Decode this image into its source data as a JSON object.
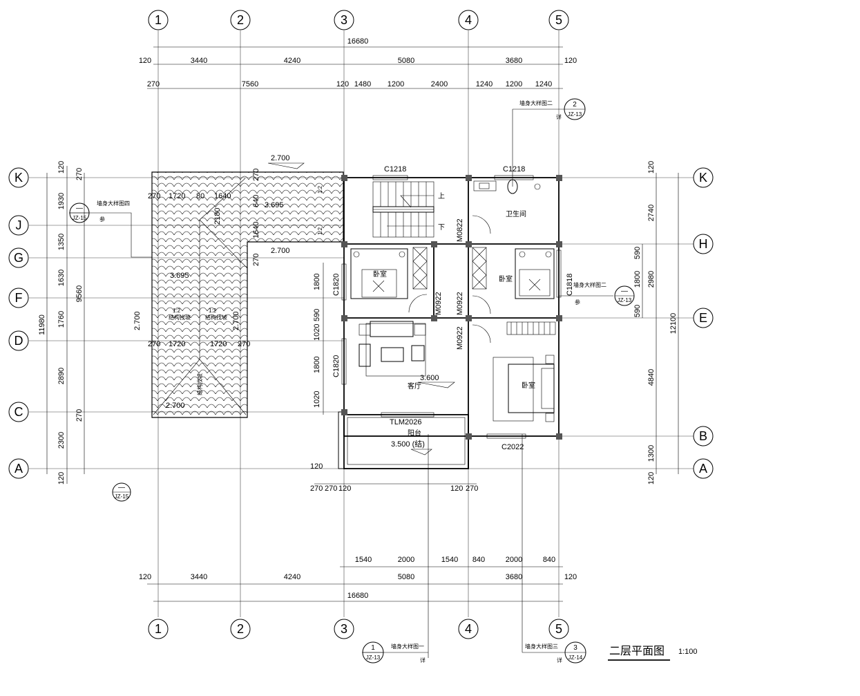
{
  "title": {
    "name": "二层平面图",
    "scale": "1:100"
  },
  "axes": {
    "vertical": [
      "1",
      "2",
      "3",
      "4",
      "5"
    ],
    "horizontal": [
      "K",
      "J",
      "G",
      "F",
      "D",
      "C",
      "A",
      "H",
      "E",
      "B"
    ]
  },
  "dims_top": {
    "total": "16680",
    "row1": [
      "120",
      "3440",
      "4240",
      "5080",
      "3680",
      "120"
    ],
    "row2": [
      "270",
      "7560",
      "120",
      "1480",
      "1200",
      "2400",
      "1240",
      "1200",
      "1240"
    ]
  },
  "dims_bottom": {
    "total": "16680",
    "row1": [
      "120",
      "3440",
      "4240",
      "5080",
      "3680",
      "120"
    ],
    "row2": [
      "1540",
      "2000",
      "1540",
      "840",
      "2000",
      "840"
    ]
  },
  "dims_left": {
    "outer": "11980",
    "inner": "9560",
    "row": [
      "120",
      "270",
      "1930",
      "1350",
      "1630",
      "1760",
      "2890",
      "270",
      "2300",
      "120"
    ]
  },
  "dims_right": {
    "outer": "12100",
    "row": [
      "120",
      "2740",
      "590",
      "1800",
      "2980",
      "590",
      "4840",
      "1300",
      "120"
    ]
  },
  "rooms": {
    "bathroom": "卫生间",
    "bedroom1": "卧室",
    "bedroom2": "卧室",
    "bedroom3": "卧室",
    "living": "客厅",
    "balcony": "阳台",
    "stair_up": "上",
    "stair_down": "下"
  },
  "openings": {
    "c1218a": "C1218",
    "c1218b": "C1218",
    "c1820a": "C1820",
    "c1820b": "C1820",
    "c1818": "C1818",
    "c2022": "C2022",
    "m0822": "M0822",
    "m0922a": "M0922",
    "m0922b": "M0922",
    "m0922c": "M0922",
    "tlm2026": "TLM2026"
  },
  "elevations": {
    "roof1": "2.700",
    "roof2": "3.695",
    "roof3": "2.700",
    "roof4": "3.695",
    "roof5": "2.700",
    "roof6": "2.700",
    "roof7": "2.700",
    "living": "3.600",
    "balcony": "3.500 (结)"
  },
  "callouts": {
    "c1": {
      "text": "墙身大样图一",
      "num": "1",
      "ref": "JZ-13",
      "tag": "详"
    },
    "c2": {
      "text": "墙身大样图二",
      "num": "2",
      "ref": "JZ-13",
      "tag": "详"
    },
    "c3": {
      "text": "墙身大样图三",
      "num": "3",
      "ref": "JZ-14",
      "tag": "详"
    },
    "c4": {
      "text": "墙身大样图四",
      "num": "—",
      "ref": "JZ-15",
      "tag": "参"
    },
    "c5": {
      "text": "墙身大样图二",
      "num": "—",
      "ref": "JZ-13",
      "tag": "参"
    },
    "c6": {
      "num": "—",
      "ref": "JZ-15"
    }
  },
  "roof": {
    "dims_a": [
      "270",
      "1720",
      "80",
      "1640"
    ],
    "dims_b": [
      "270",
      "1720",
      "1720",
      "270"
    ],
    "dims_c": [
      "640",
      "1640",
      "1640",
      "2180",
      "270"
    ],
    "dims_d": [
      "1720",
      "270",
      "120",
      "270"
    ],
    "slope": "1:2",
    "note": "结构找坡"
  },
  "misc": {
    "d270a": "270",
    "d120a": "120",
    "d120b": "120",
    "d270b": "270",
    "d120c": "120",
    "d270c": "270",
    "v1800a": "1800",
    "v590": "590",
    "v1020a": "1020",
    "v1800b": "1800",
    "v1020b": "1020"
  }
}
